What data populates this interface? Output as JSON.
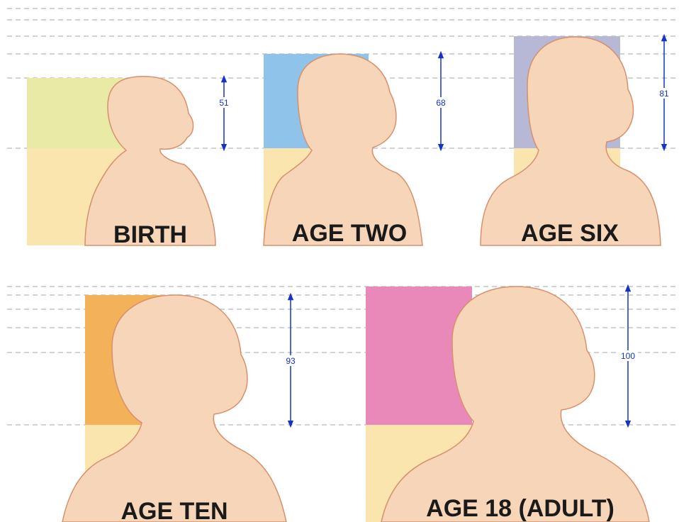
{
  "figure": {
    "colors": {
      "skin": "#f6d5b8",
      "skin_outline": "#d88f6c",
      "body_box": "#fae5ae",
      "guide_line": "#c4c4c4",
      "measure": "#1433c8",
      "label": "#1a1a1a"
    },
    "panels": [
      {
        "label": "BIRTH",
        "measurement": "51",
        "head_color": "#e8eaa6"
      },
      {
        "label": "AGE TWO",
        "measurement": "68",
        "head_color": "#8fc3ea"
      },
      {
        "label": "AGE SIX",
        "measurement": "81",
        "head_color": "#b6b8d6"
      },
      {
        "label": "AGE TEN",
        "measurement": "93",
        "head_color": "#f3b25a"
      },
      {
        "label": "AGE 18 (ADULT)",
        "measurement": "100",
        "head_color": "#e889ba"
      }
    ]
  }
}
